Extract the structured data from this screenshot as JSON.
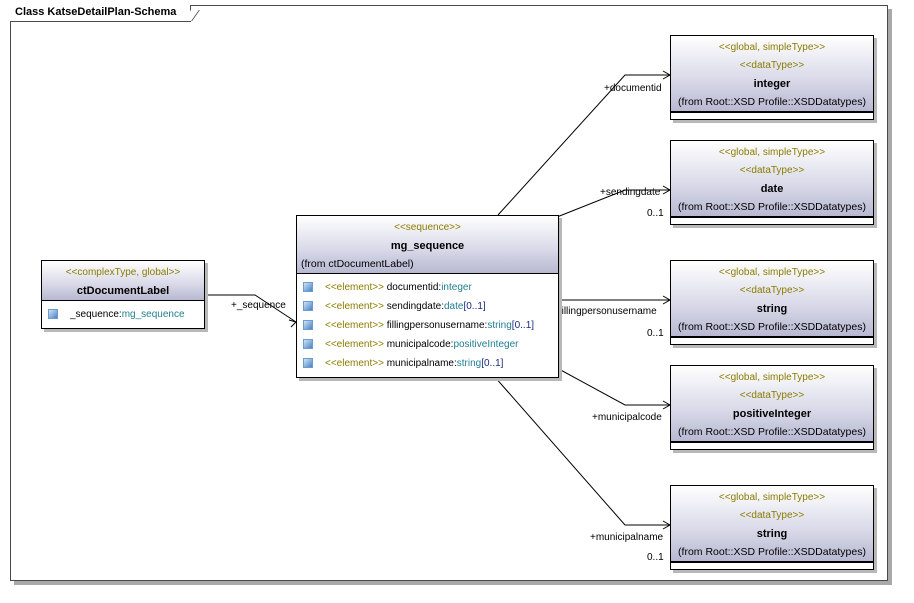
{
  "frame": {
    "title": "Class KatseDetailPlan-Schema"
  },
  "classes": {
    "ctdoc": {
      "stereotype": "<<complexType, global>>",
      "name": "ctDocumentLabel",
      "attrs": [
        {
          "name": "_sequence:",
          "type": "mg_sequence"
        }
      ]
    },
    "mgseq": {
      "stereotype": "<<sequence>>",
      "name": "mg_sequence",
      "from": "(from ctDocumentLabel)",
      "attrs": [
        {
          "stereo": "<<element>>",
          "name": "documentid:",
          "type": "integer",
          "mult": ""
        },
        {
          "stereo": "<<element>>",
          "name": "sendingdate:",
          "type": "date",
          "mult": "[0..1]"
        },
        {
          "stereo": "<<element>>",
          "name": "fillingpersonusername:",
          "type": "string",
          "mult": "[0..1]"
        },
        {
          "stereo": "<<element>>",
          "name": "municipalcode:",
          "type": "positiveInteger",
          "mult": ""
        },
        {
          "stereo": "<<element>>",
          "name": "municipalname:",
          "type": "string",
          "mult": "[0..1]"
        }
      ]
    },
    "types": [
      {
        "stereo1": "<<global, simpleType>>",
        "stereo2": "<<dataType>>",
        "name": "integer",
        "from": "(from Root::XSD Profile::XSDDatatypes)"
      },
      {
        "stereo1": "<<global, simpleType>>",
        "stereo2": "<<dataType>>",
        "name": "date",
        "from": "(from Root::XSD Profile::XSDDatatypes)"
      },
      {
        "stereo1": "<<global, simpleType>>",
        "stereo2": "<<dataType>>",
        "name": "string",
        "from": "(from Root::XSD Profile::XSDDatatypes)"
      },
      {
        "stereo1": "<<global, simpleType>>",
        "stereo2": "<<dataType>>",
        "name": "positiveInteger",
        "from": "(from Root::XSD Profile::XSDDatatypes)"
      },
      {
        "stereo1": "<<global, simpleType>>",
        "stereo2": "<<dataType>>",
        "name": "string",
        "from": "(from Root::XSD Profile::XSDDatatypes)"
      }
    ]
  },
  "connectors": {
    "sequence": {
      "role": "+_sequence"
    },
    "documentid": {
      "role": "+documentid"
    },
    "sendingdate": {
      "role": "+sendingdate",
      "mult": "0..1"
    },
    "fillingpersonusername": {
      "role": "+fillingpersonusername",
      "mult": "0..1"
    },
    "municipalcode": {
      "role": "+municipalcode"
    },
    "municipalname": {
      "role": "+municipalname",
      "mult": "0..1"
    }
  }
}
